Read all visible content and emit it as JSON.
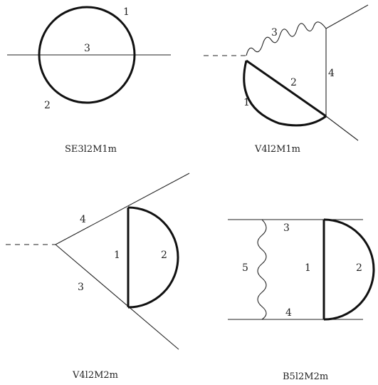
{
  "diagrams": {
    "se": {
      "caption": "SE3l2M1m",
      "labels": {
        "l1": "1",
        "l2": "2",
        "l3": "3"
      }
    },
    "v1": {
      "caption": "V4l2M1m",
      "labels": {
        "l1": "1",
        "l2": "2",
        "l3": "3",
        "l4": "4"
      }
    },
    "v2": {
      "caption": "V4l2M2m",
      "labels": {
        "l1": "1",
        "l2": "2",
        "l3": "3",
        "l4": "4"
      }
    },
    "b": {
      "caption": "B5l2M2m",
      "labels": {
        "l1": "1",
        "l2": "2",
        "l3": "3",
        "l4": "4",
        "l5": "5"
      }
    }
  }
}
